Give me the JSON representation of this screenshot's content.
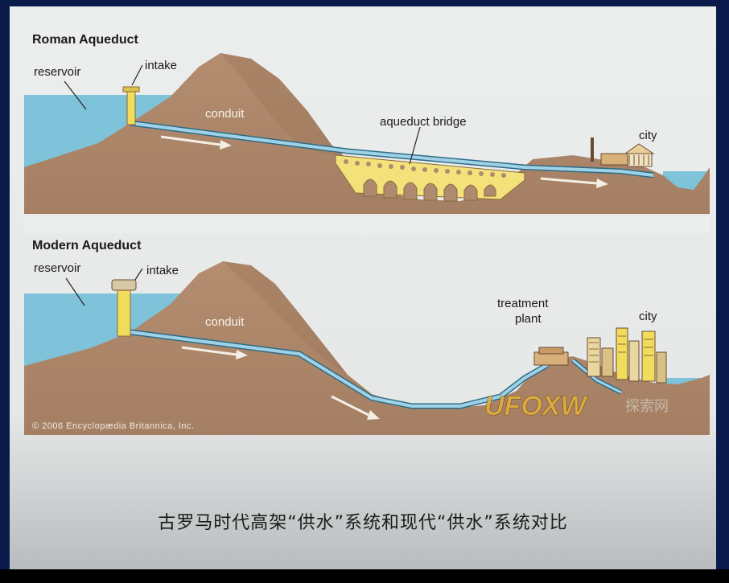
{
  "roman": {
    "title": "Roman Aqueduct",
    "labels": {
      "reservoir": "reservoir",
      "intake": "intake",
      "conduit": "conduit",
      "bridge": "aqueduct bridge",
      "city": "city"
    }
  },
  "modern": {
    "title": "Modern Aqueduct",
    "labels": {
      "reservoir": "reservoir",
      "intake": "intake",
      "conduit": "conduit",
      "treatment_line1": "treatment",
      "treatment_line2": "plant",
      "city": "city"
    }
  },
  "copyright": "© 2006 Encyclopædia Britannica, Inc.",
  "watermark": {
    "latin": "UFOXW",
    "chinese": "探索网"
  },
  "caption": "古罗马时代高架“供水”系统和现代“供水”系统对比",
  "colors": {
    "water": "#7ec3d9",
    "earth": "#b08a6e",
    "earth_dark": "#9a7459",
    "pipe": "#8ec7de",
    "arch": "#f3e27a",
    "background": "#0a1a4a"
  }
}
